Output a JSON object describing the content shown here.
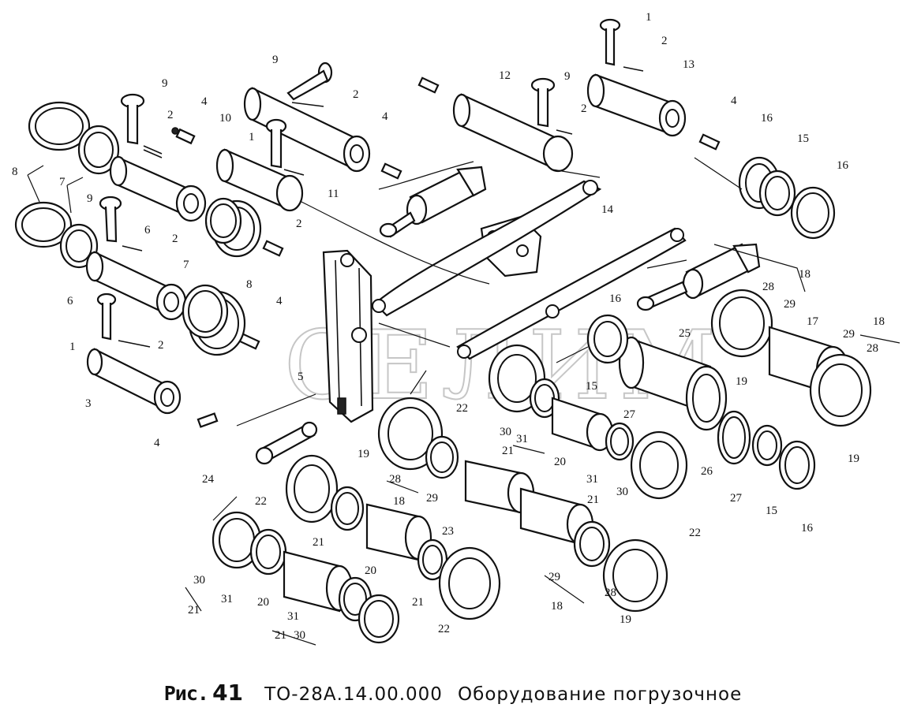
{
  "caption": {
    "label": "Рис.",
    "number": "41",
    "code": "ТО-28А.14.00.000",
    "title": "Оборудование погрузочное"
  },
  "watermark": "СЕЛИМ",
  "callouts": [
    "1",
    "2",
    "3",
    "4",
    "5",
    "6",
    "7",
    "8",
    "9",
    "10",
    "11",
    "12",
    "13",
    "14",
    "15",
    "16",
    "17",
    "18",
    "19",
    "20",
    "21",
    "22",
    "23",
    "24",
    "25",
    "26",
    "27",
    "28",
    "29",
    "30",
    "31"
  ]
}
